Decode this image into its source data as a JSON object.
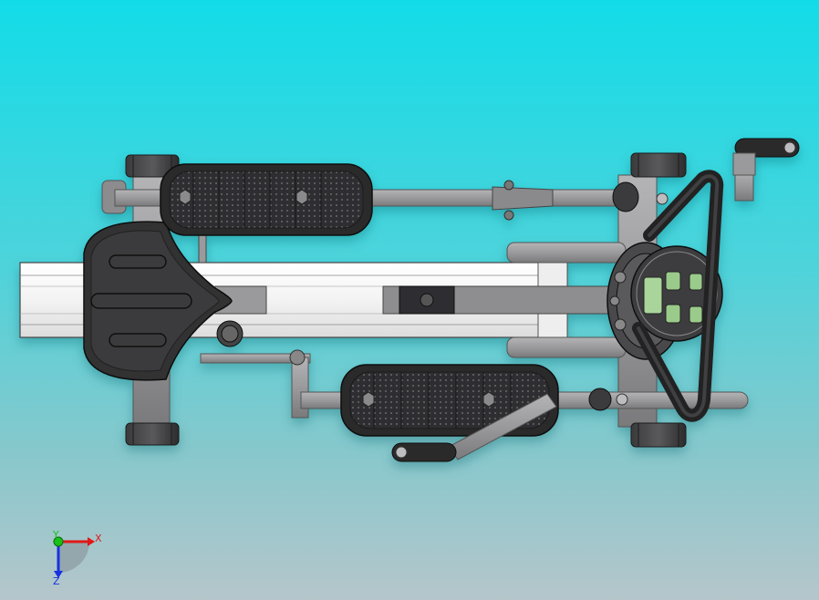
{
  "viewport": {
    "background_top": "#12dce8",
    "background_bottom": "#b5c6cb"
  },
  "model": {
    "frame_color": "#9a9a9c",
    "frame_shadow": "#6e6e70",
    "dark_part_color": "#2b2b2d",
    "rail_color": "#ffffff",
    "console_lcd_color": "#a9d49a"
  },
  "triad": {
    "x_label": "X",
    "y_label": "Y",
    "z_label": "Z",
    "x_color": "#e01818",
    "y_color": "#18c018",
    "z_color": "#1830e0"
  }
}
